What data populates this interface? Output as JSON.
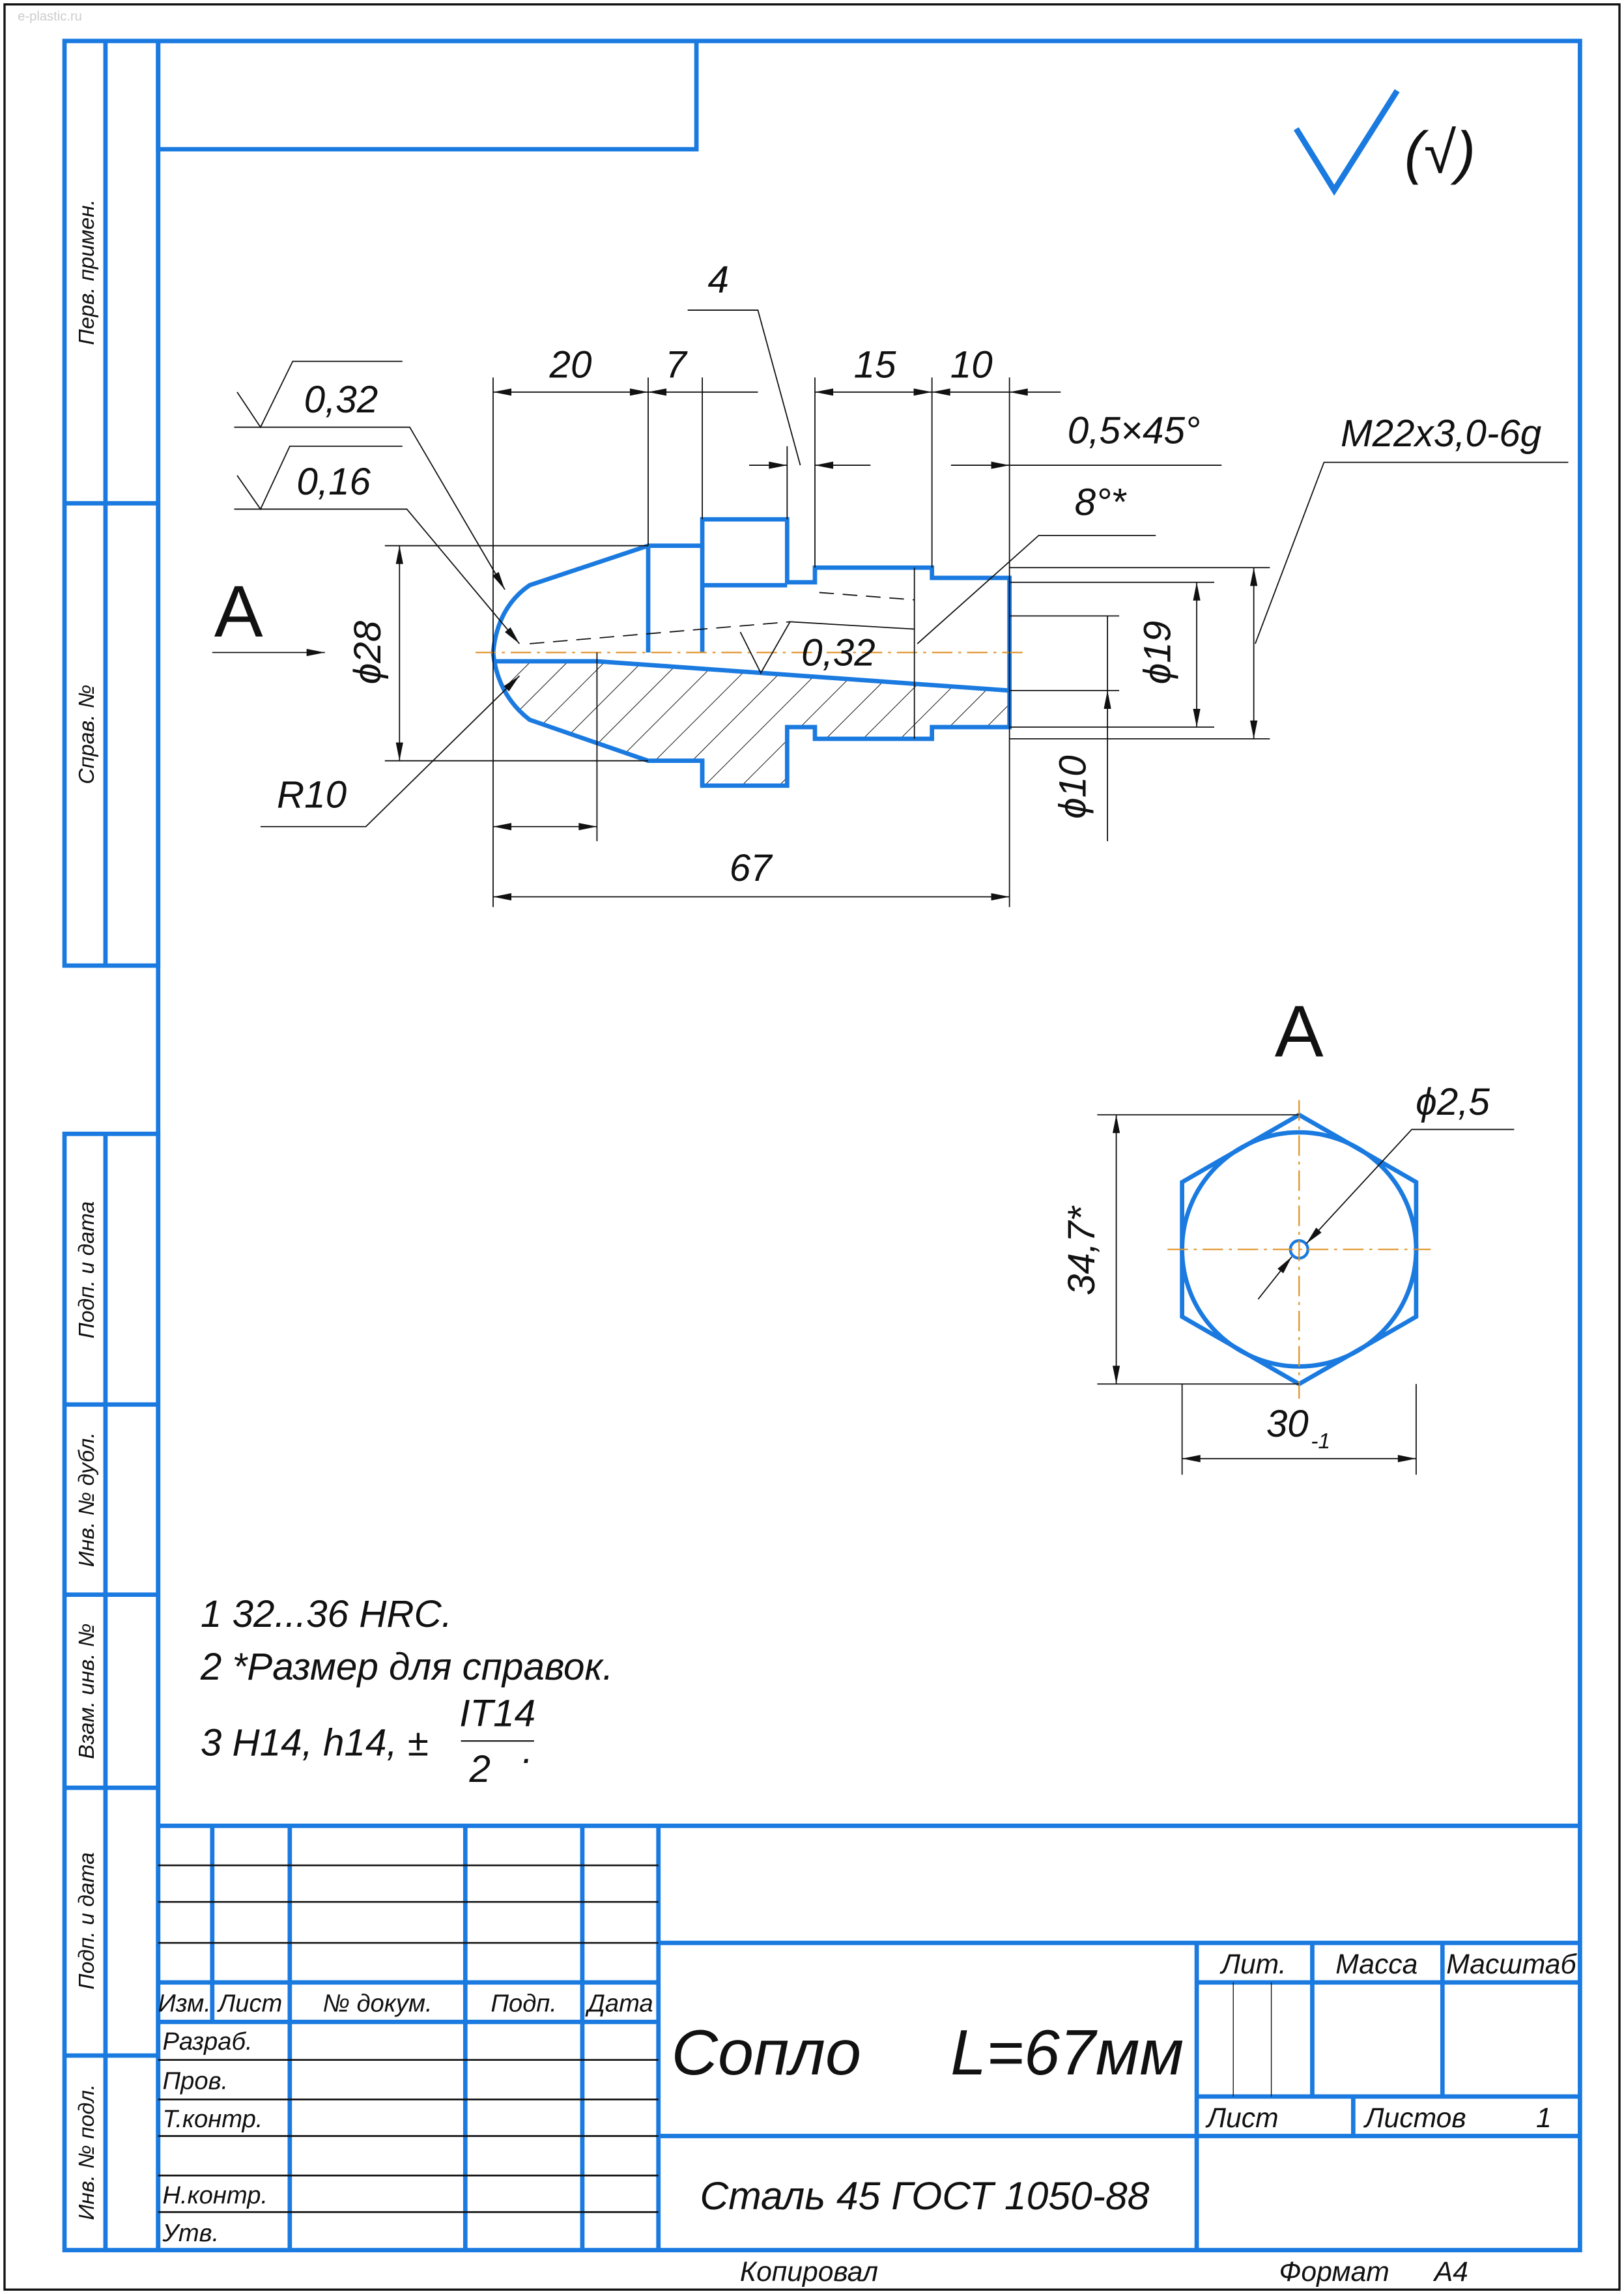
{
  "watermark": "e-plastic.ru",
  "side_labels": [
    "Перв. примен.",
    "Справ. №",
    "Подп. и дата",
    "Инв. № дубл.",
    "Взам. инв. №",
    "Подп. и дата",
    "Инв. № подл."
  ],
  "roughness_general": "(√)",
  "main_view": {
    "view_label": "A",
    "dims": {
      "d20": "20",
      "d7": "7",
      "d4": "4",
      "d15": "15",
      "d10": "10",
      "chamfer": "0,5×45°",
      "thread": "M22x3,0-6g",
      "angle": "8°*",
      "dia19": "ϕ19",
      "dia10": "ϕ10",
      "dia28": "ϕ28",
      "radius": "R10",
      "length": "67"
    },
    "roughness": [
      "0,32",
      "0,16",
      "0,32"
    ]
  },
  "view_a": {
    "label": "A",
    "hole": "ϕ2,5",
    "height": "34,7*",
    "width": "30",
    "width_tol": "-1"
  },
  "notes": {
    "n1": "1  32...36 HRC.",
    "n2": "2   *Размер для справок.",
    "n3": "3  H14, h14, ±",
    "frac_num": "IT14",
    "frac_den": "2",
    "frac_end": "."
  },
  "title_block": {
    "headers": [
      "Изм.",
      "Лист",
      "№ докум.",
      "Подп.",
      "Дата"
    ],
    "roles": [
      "Разраб.",
      "Пров.",
      "Т.контр.",
      "Н.контр.",
      "Утв."
    ],
    "name": "Сопло     L=67мм",
    "material": "Сталь 45 ГОСТ 1050-88",
    "lit": "Лит.",
    "mass": "Масса",
    "scale": "Масштаб",
    "sheet": "Лист",
    "sheets": "Листов",
    "sheets_count": "1",
    "copied": "Копировал",
    "format": "Формат",
    "format_value": "A4"
  }
}
